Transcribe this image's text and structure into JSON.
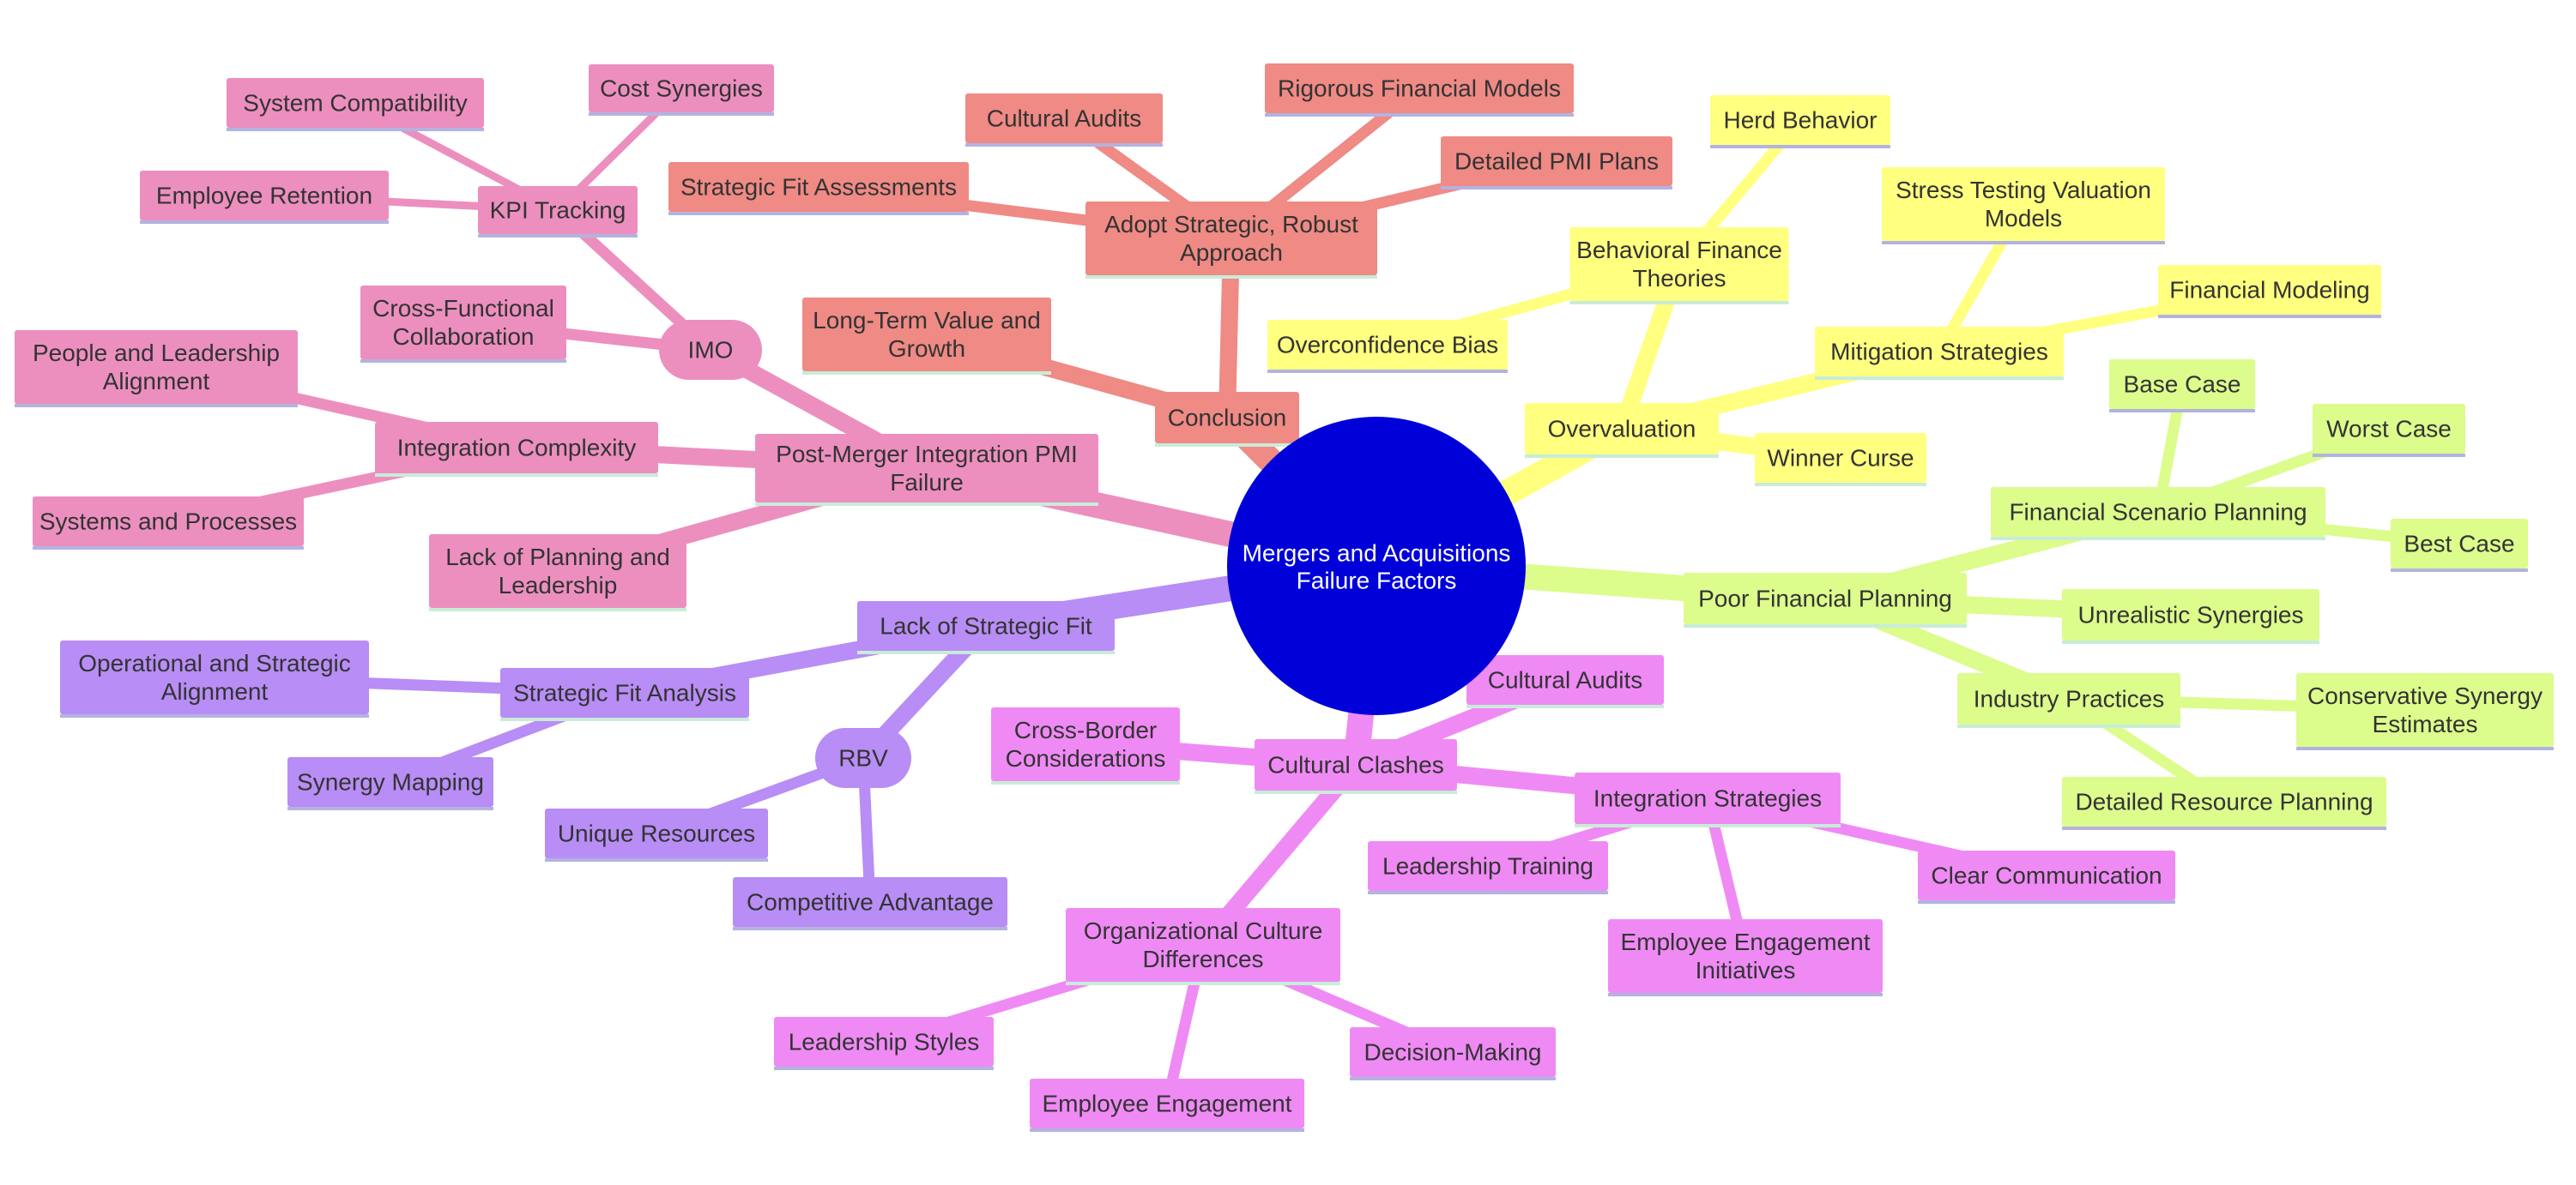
{
  "root": {
    "label": [
      "Mergers and Acquisitions",
      "Failure Factors"
    ],
    "color": "#0000d9"
  },
  "branches": [
    {
      "id": "pmi",
      "color": "#ec8fbf",
      "label": [
        "Post-Merger Integration PMI",
        "Failure"
      ],
      "children": [
        {
          "id": "imo",
          "label": [
            "IMO"
          ],
          "children": [
            {
              "id": "kpi",
              "label": [
                "KPI Tracking"
              ],
              "children": [
                {
                  "id": "syscompat",
                  "label": [
                    "System Compatibility"
                  ]
                },
                {
                  "id": "costsyn",
                  "label": [
                    "Cost Synergies"
                  ]
                },
                {
                  "id": "empret",
                  "label": [
                    "Employee Retention"
                  ]
                }
              ]
            },
            {
              "id": "crossfunc",
              "label": [
                "Cross-Functional",
                "Collaboration"
              ]
            }
          ]
        },
        {
          "id": "intcomplex",
          "label": [
            "Integration Complexity"
          ],
          "children": [
            {
              "id": "people",
              "label": [
                "People and Leadership",
                "Alignment"
              ]
            },
            {
              "id": "systems",
              "label": [
                "Systems and Processes"
              ]
            }
          ]
        },
        {
          "id": "lackplan",
          "label": [
            "Lack of Planning and",
            "Leadership"
          ]
        }
      ]
    },
    {
      "id": "conclusion",
      "color": "#ef8a85",
      "label": [
        "Conclusion"
      ],
      "children": [
        {
          "id": "adopt",
          "label": [
            "Adopt Strategic, Robust",
            "Approach"
          ],
          "children": [
            {
              "id": "cultaud1",
              "label": [
                "Cultural Audits"
              ]
            },
            {
              "id": "rigfin",
              "label": [
                "Rigorous Financial Models"
              ]
            },
            {
              "id": "stratfitass",
              "label": [
                "Strategic Fit Assessments"
              ]
            },
            {
              "id": "pmiplans",
              "label": [
                "Detailed PMI Plans"
              ]
            }
          ]
        },
        {
          "id": "longterm",
          "label": [
            "Long-Term Value and",
            "Growth"
          ]
        }
      ]
    },
    {
      "id": "overval",
      "color": "#ffff80",
      "label": [
        "Overvaluation"
      ],
      "children": [
        {
          "id": "behav",
          "label": [
            "Behavioral Finance",
            "Theories"
          ],
          "children": [
            {
              "id": "herd",
              "label": [
                "Herd Behavior"
              ]
            },
            {
              "id": "overconf",
              "label": [
                "Overconfidence Bias"
              ]
            }
          ]
        },
        {
          "id": "mitig",
          "label": [
            "Mitigation Strategies"
          ],
          "children": [
            {
              "id": "stress",
              "label": [
                "Stress Testing Valuation",
                "Models"
              ]
            },
            {
              "id": "finmodel",
              "label": [
                "Financial Modeling"
              ]
            }
          ]
        },
        {
          "id": "winner",
          "label": [
            "Winner Curse"
          ]
        }
      ]
    },
    {
      "id": "poorfin",
      "color": "#dcfc8c",
      "label": [
        "Poor Financial Planning"
      ],
      "children": [
        {
          "id": "scenario",
          "label": [
            "Financial Scenario Planning"
          ],
          "children": [
            {
              "id": "basecase",
              "label": [
                "Base Case"
              ]
            },
            {
              "id": "worstcase",
              "label": [
                "Worst Case"
              ]
            },
            {
              "id": "bestcase",
              "label": [
                "Best Case"
              ]
            }
          ]
        },
        {
          "id": "unreal",
          "label": [
            "Unrealistic Synergies"
          ]
        },
        {
          "id": "industry",
          "label": [
            "Industry Practices"
          ],
          "children": [
            {
              "id": "conserv",
              "label": [
                "Conservative Synergy",
                "Estimates"
              ]
            },
            {
              "id": "resplan",
              "label": [
                "Detailed Resource Planning"
              ]
            }
          ]
        }
      ]
    },
    {
      "id": "strategic",
      "color": "#b88df5",
      "label": [
        "Lack of Strategic Fit"
      ],
      "children": [
        {
          "id": "sfa",
          "label": [
            "Strategic Fit Analysis"
          ],
          "children": [
            {
              "id": "opalign",
              "label": [
                "Operational and Strategic",
                "Alignment"
              ]
            },
            {
              "id": "synmap",
              "label": [
                "Synergy Mapping"
              ]
            }
          ]
        },
        {
          "id": "rbv",
          "label": [
            "RBV"
          ],
          "children": [
            {
              "id": "unique",
              "label": [
                "Unique Resources"
              ]
            },
            {
              "id": "compadv",
              "label": [
                "Competitive Advantage"
              ]
            }
          ]
        }
      ]
    },
    {
      "id": "cultural",
      "color": "#ef8af5",
      "label": [
        "Cultural Clashes"
      ],
      "children": [
        {
          "id": "cultaud2",
          "label": [
            "Cultural Audits"
          ]
        },
        {
          "id": "crossborder",
          "label": [
            "Cross-Border",
            "Considerations"
          ]
        },
        {
          "id": "intstrat",
          "label": [
            "Integration Strategies"
          ],
          "children": [
            {
              "id": "leadtrain",
              "label": [
                "Leadership Training"
              ]
            },
            {
              "id": "clearcomm",
              "label": [
                "Clear Communication"
              ]
            },
            {
              "id": "engage",
              "label": [
                "Employee Engagement",
                "Initiatives"
              ]
            }
          ]
        },
        {
          "id": "orgcult",
          "label": [
            "Organizational Culture",
            "Differences"
          ],
          "children": [
            {
              "id": "leadstyles",
              "label": [
                "Leadership Styles"
              ]
            },
            {
              "id": "empeng",
              "label": [
                "Employee Engagement"
              ]
            },
            {
              "id": "decision",
              "label": [
                "Decision-Making"
              ]
            }
          ]
        }
      ]
    }
  ]
}
